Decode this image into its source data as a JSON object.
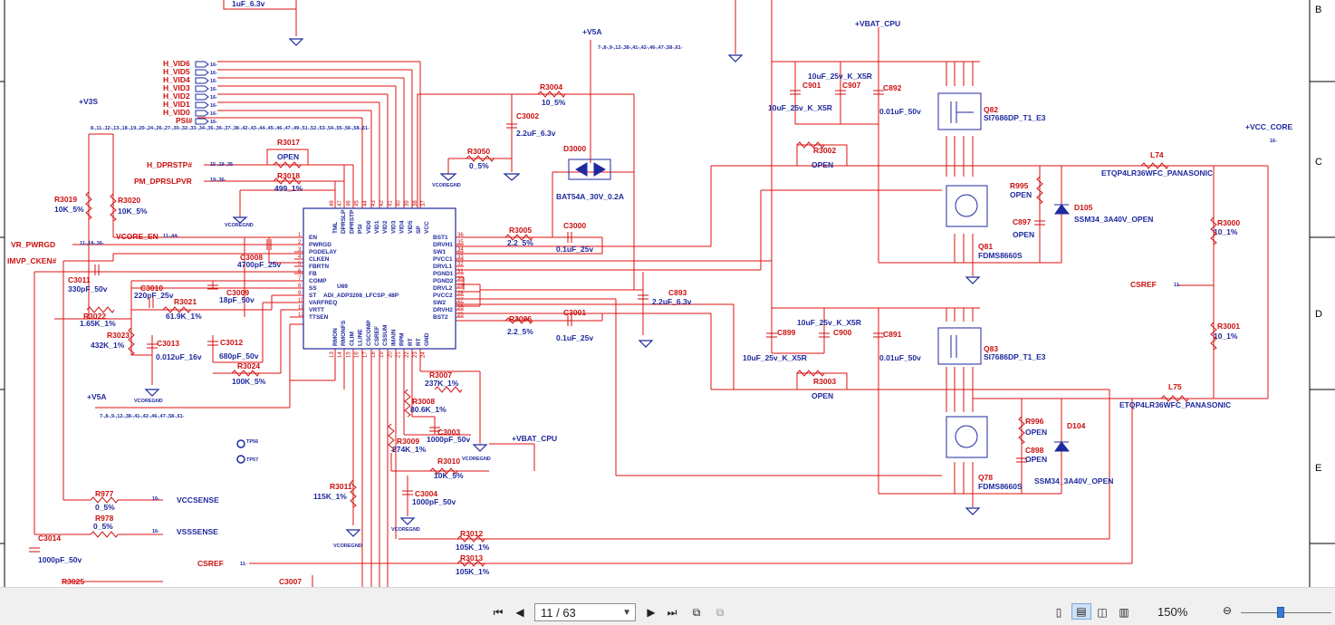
{
  "viewer": {
    "page_current": "11 / 63",
    "zoom": "150%"
  },
  "border": {
    "rows": [
      "B",
      "C",
      "D",
      "E"
    ]
  },
  "ic": {
    "ref": "U69",
    "part": "ADI_ADP3208_LFCSP_48P",
    "left_pins": [
      {
        "num": "1",
        "name": "EN"
      },
      {
        "num": "2",
        "name": "PWRGD"
      },
      {
        "num": "3",
        "name": "PGDELAY"
      },
      {
        "num": "4",
        "name": "CLKEN"
      },
      {
        "num": "5",
        "name": "FBRTN"
      },
      {
        "num": "6",
        "name": "FB"
      },
      {
        "num": "7",
        "name": "COMP"
      },
      {
        "num": "8",
        "name": "SS"
      },
      {
        "num": "9",
        "name": "ST"
      },
      {
        "num": "10",
        "name": "VARFREQ"
      },
      {
        "num": "11",
        "name": "VRTT"
      },
      {
        "num": "12",
        "name": "TTSEN"
      }
    ],
    "right_pins": [
      {
        "num": "36",
        "name": "BST1"
      },
      {
        "num": "35",
        "name": "DRVH1"
      },
      {
        "num": "34",
        "name": "SW1"
      },
      {
        "num": "33",
        "name": "PVCC1"
      },
      {
        "num": "32",
        "name": "DRVL1"
      },
      {
        "num": "31",
        "name": "PGND1"
      },
      {
        "num": "30",
        "name": "PGND2"
      },
      {
        "num": "29",
        "name": "DRVL2"
      },
      {
        "num": "28",
        "name": "PVCC2"
      },
      {
        "num": "27",
        "name": "SW2"
      },
      {
        "num": "26",
        "name": "DRVH2"
      },
      {
        "num": "25",
        "name": "BST2"
      }
    ],
    "top_pins": [
      {
        "num": "48",
        "name": "TML"
      },
      {
        "num": "47",
        "name": "DPRSLP"
      },
      {
        "num": "46",
        "name": "DPRSTP"
      },
      {
        "num": "45",
        "name": "PSI"
      },
      {
        "num": "44",
        "name": "VID0"
      },
      {
        "num": "43",
        "name": "VID1"
      },
      {
        "num": "42",
        "name": "VID2"
      },
      {
        "num": "41",
        "name": "VID3"
      },
      {
        "num": "40",
        "name": "VID4"
      },
      {
        "num": "39",
        "name": "VID5"
      },
      {
        "num": "38",
        "name": "SP"
      },
      {
        "num": "37",
        "name": "VCC"
      }
    ],
    "bottom_pins": [
      {
        "num": "13",
        "name": "RMON"
      },
      {
        "num": "14",
        "name": "RMONFS"
      },
      {
        "num": "15",
        "name": "CLIM"
      },
      {
        "num": "16",
        "name": "LLINE"
      },
      {
        "num": "17",
        "name": "CSCOMP"
      },
      {
        "num": "18",
        "name": "CSREF"
      },
      {
        "num": "19",
        "name": "CSSUM"
      },
      {
        "num": "20",
        "name": "IMAIN"
      },
      {
        "num": "21",
        "name": "RPM"
      },
      {
        "num": "22",
        "name": "RT"
      },
      {
        "num": "23",
        "name": "RT"
      },
      {
        "num": "24",
        "name": "GND"
      }
    ]
  },
  "vid_signals": [
    "H_VID6",
    "H_VID5",
    "H_VID4",
    "H_VID3",
    "H_VID2",
    "H_VID1",
    "H_VID0",
    "PSI#"
  ],
  "vid_ref": "16-",
  "long_ref_line": "8-,11-,12-,13-,18-,19-,20-,24-,26-,27-,30-,32-,33-,34-,35-,36-,37-,38-,42-,43-,44-,45-,46-,47-,49-,51-,52-,53-,54-,55-,56-,58-,61-",
  "labels": {
    "v3s": "+V3S",
    "v5a_top": "+V5A",
    "v5a_top_ref": "7-,8-,9-,12-,38-,41-,42-,46-,47-,58-,61-",
    "v5a_left": "+V5A",
    "v5a_left_ref": "7-,8-,9-,12-,38-,41-,42-,46-,47-,58-,61-",
    "vbat_cpu_top": "+VBAT_CPU",
    "vbat_cpu_mid": "+VBAT_CPU",
    "vcc_core": "+VCC_CORE",
    "vcc_core_ref": "16-",
    "csref_right": "CSREF",
    "csref_right_ref": "11-",
    "csref_left": "CSREF",
    "csref_left_ref": "11-",
    "vccsense": "VCCSENSE",
    "vccsense_ref": "16-",
    "vsssense": "VSSSENSE",
    "vsssense_ref": "16-",
    "h_dprstp": "H_DPRSTP#",
    "h_dprstp_ref": "15-,19-,35-",
    "pm_dprslpvr": "PM_DPRSLPVR",
    "pm_dprslpvr_ref": "19-,36-",
    "vr_pwrgd": "VR_PWRGD",
    "vr_pwrgd_ref": "11-,18-,36-",
    "imvp_ckenb": "IMVP_CKEN#",
    "vcore_en": "VCORE_EN",
    "vcore_en_ref": "11-,44-",
    "vcoregnd": "VCOREGND",
    "tp56": "TP56",
    "tp57": "TP57",
    "top_cap": "1uF_6.3v"
  },
  "components": {
    "R3004": {
      "ref": "R3004",
      "val": "10_5%"
    },
    "C3002": {
      "ref": "C3002",
      "val": "2.2uF_6.3v"
    },
    "D3000": {
      "ref": "D3000",
      "val": "BAT54A_30V_0.2A"
    },
    "R3050": {
      "ref": "R3050",
      "val": "0_5%"
    },
    "R3017": {
      "ref": "R3017",
      "val": "OPEN"
    },
    "R3018": {
      "ref": "R3018",
      "val": "499_1%"
    },
    "R3019": {
      "ref": "R3019",
      "val": "10K_5%"
    },
    "R3020": {
      "ref": "R3020",
      "val": "10K_5%"
    },
    "C3008": {
      "ref": "C3008",
      "val": "4700pF_25v"
    },
    "C3011": {
      "ref": "C3011",
      "val": "330pF_50v"
    },
    "C3010": {
      "ref": "C3010",
      "val": "220pF_25v"
    },
    "R3021": {
      "ref": "R3021",
      "val": "61.9K_1%"
    },
    "C3009": {
      "ref": "C3009",
      "val": "18pF_50v"
    },
    "R3022": {
      "ref": "R3022",
      "val": "1.65K_1%"
    },
    "R3023": {
      "ref": "R3023",
      "val": "432K_1%"
    },
    "C3013": {
      "ref": "C3013",
      "val": "0.012uF_16v"
    },
    "C3012": {
      "ref": "C3012",
      "val": "680pF_50v"
    },
    "R3024": {
      "ref": "R3024",
      "val": "100K_5%"
    },
    "R3005": {
      "ref": "R3005",
      "val": "2.2_5%"
    },
    "C3000": {
      "ref": "C3000",
      "val": "0.1uF_25v"
    },
    "C893": {
      "ref": "C893",
      "val": "2.2uF_6.3v"
    },
    "R3006": {
      "ref": "R3006",
      "val": "2.2_5%"
    },
    "C3001": {
      "ref": "C3001",
      "val": "0.1uF_25v"
    },
    "R3007": {
      "ref": "R3007",
      "val": "237K_1%"
    },
    "R3008": {
      "ref": "R3008",
      "val": "80.6K_1%"
    },
    "C3003": {
      "ref": "C3003",
      "val": "1000pF_50v"
    },
    "R3009": {
      "ref": "R3009",
      "val": "274K_1%"
    },
    "R3010": {
      "ref": "R3010",
      "val": "10K_5%"
    },
    "C3004": {
      "ref": "C3004",
      "val": "1000pF_50v"
    },
    "R3011": {
      "ref": "R3011",
      "val": "115K_1%"
    },
    "R977": {
      "ref": "R977",
      "val": "0_5%"
    },
    "R978": {
      "ref": "R978",
      "val": "0_5%"
    },
    "C3014": {
      "ref": "C3014",
      "val": "1000pF_50v"
    },
    "R3012": {
      "ref": "R3012",
      "val": "105K_1%"
    },
    "R3013": {
      "ref": "R3013",
      "val": "105K_1%"
    },
    "R3025": {
      "ref": "R3025"
    },
    "C3007": {
      "ref": "C3007"
    },
    "C901": {
      "ref": "C901",
      "val": "10uF_25v_K_X5R"
    },
    "C907": {
      "ref": "C907",
      "val": "10uF_25v_K_X5R"
    },
    "C892": {
      "ref": "C892",
      "val": "0.01uF_50v"
    },
    "Q82": {
      "ref": "Q82",
      "val": "SI7686DP_T1_E3"
    },
    "R3002": {
      "ref": "R3002",
      "val": "OPEN"
    },
    "R995": {
      "ref": "R995",
      "val": "OPEN"
    },
    "D105": {
      "ref": "D105",
      "val": "SSM34_3A40V_OPEN"
    },
    "C897": {
      "ref": "C897",
      "val": "OPEN"
    },
    "Q81": {
      "ref": "Q81",
      "val": "FDMS8660S"
    },
    "L74": {
      "ref": "L74",
      "val": "ETQP4LR36WFC_PANASONIC"
    },
    "R3000": {
      "ref": "R3000",
      "val": "10_1%"
    },
    "R3001": {
      "ref": "R3001",
      "val": "10_1%"
    },
    "C899": {
      "ref": "C899",
      "val": "10uF_25v_K_X5R"
    },
    "C900": {
      "ref": "C900",
      "val": "10uF_25v_K_X5R"
    },
    "C891": {
      "ref": "C891",
      "val": "0.01uF_50v"
    },
    "Q83": {
      "ref": "Q83",
      "val": "SI7686DP_T1_E3"
    },
    "R3003": {
      "ref": "R3003",
      "val": "OPEN"
    },
    "L75": {
      "ref": "L75",
      "val": "ETQP4LR36WFC_PANASONIC"
    },
    "R996": {
      "ref": "R996",
      "val": "OPEN"
    },
    "D104": {
      "ref": "D104",
      "val": "SSM34_3A40V_OPEN"
    },
    "C898": {
      "ref": "C898",
      "val": "OPEN"
    },
    "Q78": {
      "ref": "Q78",
      "val": "FDMS8660S"
    }
  },
  "colors": {
    "wire": "#e01010",
    "text": "#1f2a9e",
    "ref": "#cc1010",
    "thumb": "#3a7bd5"
  }
}
